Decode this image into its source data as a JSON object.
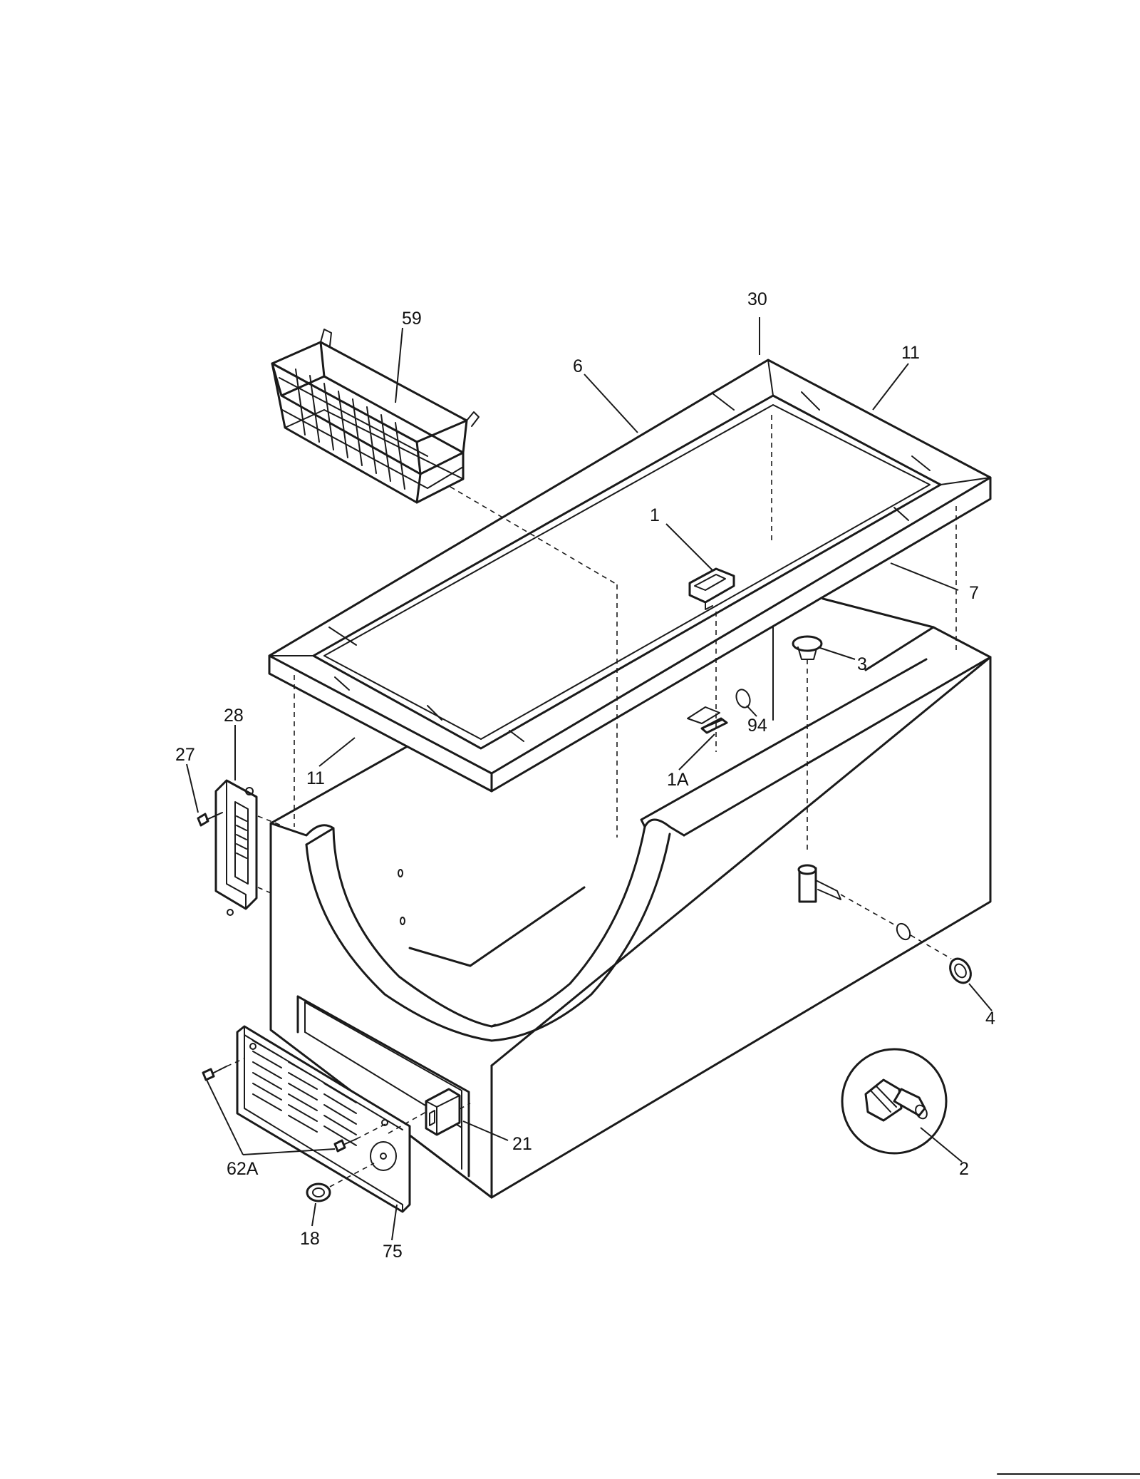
{
  "diagram": {
    "callouts": {
      "c30": "30",
      "c59": "59",
      "c11_top": "11",
      "c6": "6",
      "c1": "1",
      "c7": "7",
      "c3": "3",
      "c28": "28",
      "c94": "94",
      "c27": "27",
      "c11_bottom": "11",
      "c1A": "1A",
      "c4": "4",
      "c2": "2",
      "c21": "21",
      "c62A": "62A",
      "c18": "18",
      "c75": "75"
    }
  }
}
